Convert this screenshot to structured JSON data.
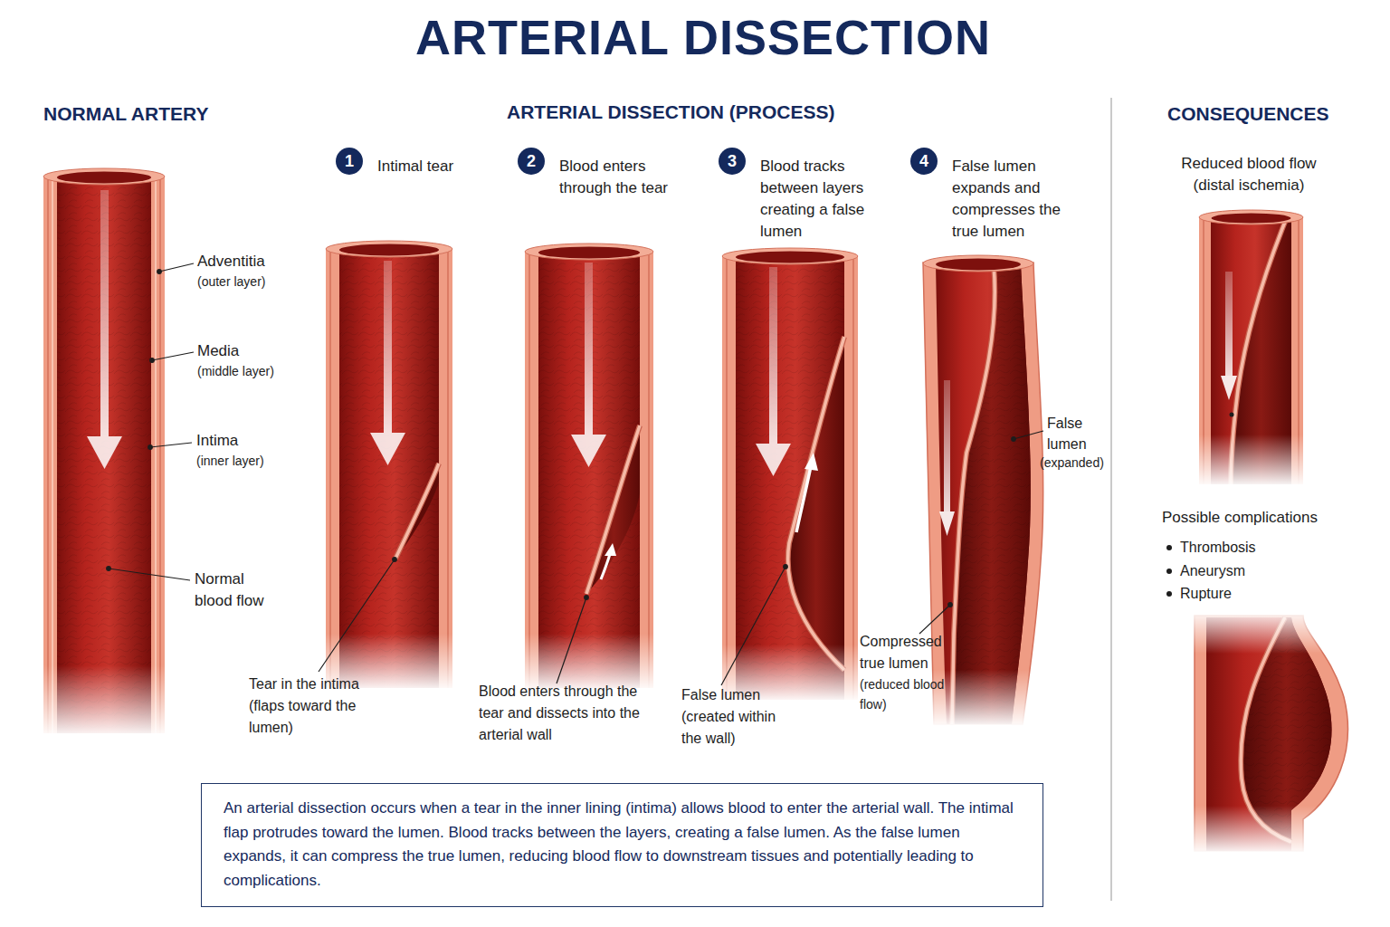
{
  "diagram": {
    "title": "ARTERIAL DISSECTION",
    "caption": "An arterial dissection occurs when a tear in the inner lining (intima) allows blood to enter the arterial wall. The intimal flap protrudes toward the lumen. Blood tracks between the layers, creating a false lumen. As the false lumen expands, it can compress the true lumen, reducing blood flow to downstream tissues and potentially leading to complications.",
    "nodes": [
      {
        "text": [
          "1",
          "Intimal tear"
        ]
      },
      {
        "text": [
          "2",
          "Blood enters through the tear"
        ]
      },
      {
        "text": [
          "3",
          "Blood tracks between layers creating a false lumen"
        ]
      },
      {
        "text": [
          "4",
          "False lumen expands and compresses the true lumen"
        ]
      }
    ],
    "labels": [
      "NORMAL ARTERY",
      "ARTERIAL DISSECTION (PROCESS)",
      "CONSEQUENCES",
      "Adventitia",
      "(outer layer)",
      "Media",
      "(middle layer)",
      "Intima",
      "(inner layer)",
      "Normal blood flow",
      "Tear in the intima (flaps toward the lumen)",
      "Blood enters through the tear and dissects into the arterial wall",
      "False lumen",
      "(created within the wall)",
      "False lumen",
      "(expanded)",
      "Compressed true lumen",
      "(reduced blood flow)",
      "Reduced blood flow (distal ischemia)",
      "Possible complications",
      "Thrombosis",
      "Aneurysm",
      "Rupture"
    ]
  }
}
